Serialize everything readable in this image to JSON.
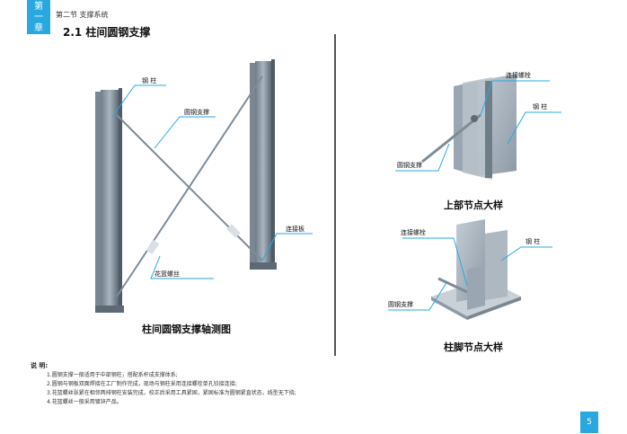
{
  "chapter": {
    "line1": "第",
    "line2": "一",
    "line3": "章"
  },
  "section": "第二节 支撑系统",
  "title": "2.1 柱间圆钢支撑",
  "main_diagram": {
    "labels": {
      "column": "钢 柱",
      "rod": "圆钢支撑",
      "plate": "连接板",
      "turnbuckle": "花篮螺丝"
    },
    "caption": "柱间圆钢支撑轴测图"
  },
  "top_node": {
    "labels": {
      "bolt": "连接螺栓",
      "column": "钢 柱",
      "rod": "圆钢支撑"
    },
    "caption": "上部节点大样"
  },
  "base_node": {
    "labels": {
      "bolt": "连接螺栓",
      "column": "钢 柱",
      "rod": "圆钢支撑"
    },
    "caption": "柱脚节点大样"
  },
  "notes": {
    "title": "说 明:",
    "items": [
      "1.圆钢支撑一般适用于中部钢柱，搭配系杆成支撑体系;",
      "2.圆钢与钢板双面焊接在工厂制作完成，现场与钢柱采用连接螺栓单孔铰接连接;",
      "3.花篮螺丝张紧在相邻两排钢柱安装完成，校正后采用工具紧固，紧固标准为圆钢紧直状态，线型无下挠;",
      "4.花篮螺丝一般采用镀锌产品。"
    ]
  },
  "page_number": "5",
  "colors": {
    "accent": "#29a8e0",
    "steel": "#8d9aa6",
    "steel_dark": "#5d6a75"
  }
}
